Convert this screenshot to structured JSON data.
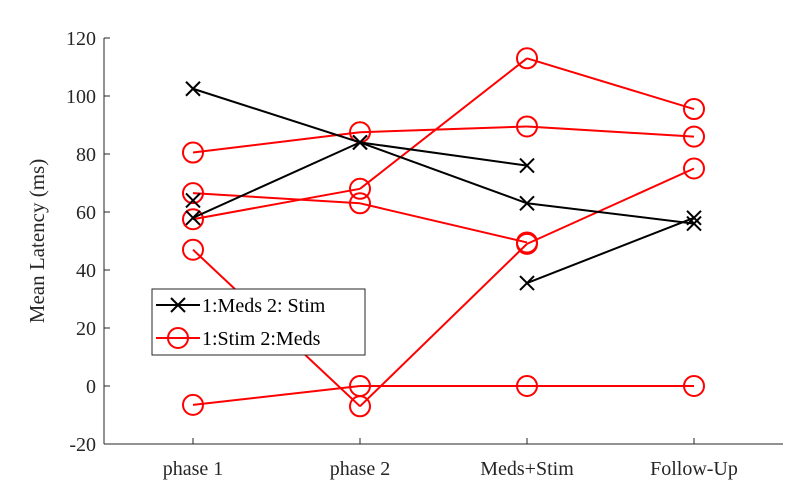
{
  "chart_data": {
    "type": "line",
    "categories": [
      "phase 1",
      "phase 2",
      "Meds+Stim",
      "Follow-Up"
    ],
    "ylabel": "Mean Latency (ms)",
    "xlabel": "",
    "ylim": [
      -20,
      120
    ],
    "yticks": [
      -20,
      0,
      20,
      40,
      60,
      80,
      100,
      120
    ],
    "grid": false,
    "legend_position": "left",
    "groups": [
      {
        "label": "1:Meds  2: Stim",
        "color": "#000000",
        "marker": "x",
        "series": [
          {
            "values": [
              102.5,
              84,
              63,
              56
            ]
          },
          {
            "values": [
              58,
              84,
              76,
              null
            ]
          },
          {
            "values": [
              64,
              null,
              35.5,
              58
            ]
          }
        ]
      },
      {
        "label": "1:Stim  2:Meds",
        "color": "#ff0000",
        "marker": "o",
        "series": [
          {
            "values": [
              80.5,
              87.5,
              89.5,
              86
            ]
          },
          {
            "values": [
              66.5,
              63,
              49.5,
              null
            ]
          },
          {
            "values": [
              57.5,
              68,
              113,
              95.5
            ]
          },
          {
            "values": [
              47,
              -7,
              49,
              75
            ]
          },
          {
            "values": [
              -6.5,
              0,
              0,
              0
            ]
          }
        ]
      }
    ]
  }
}
